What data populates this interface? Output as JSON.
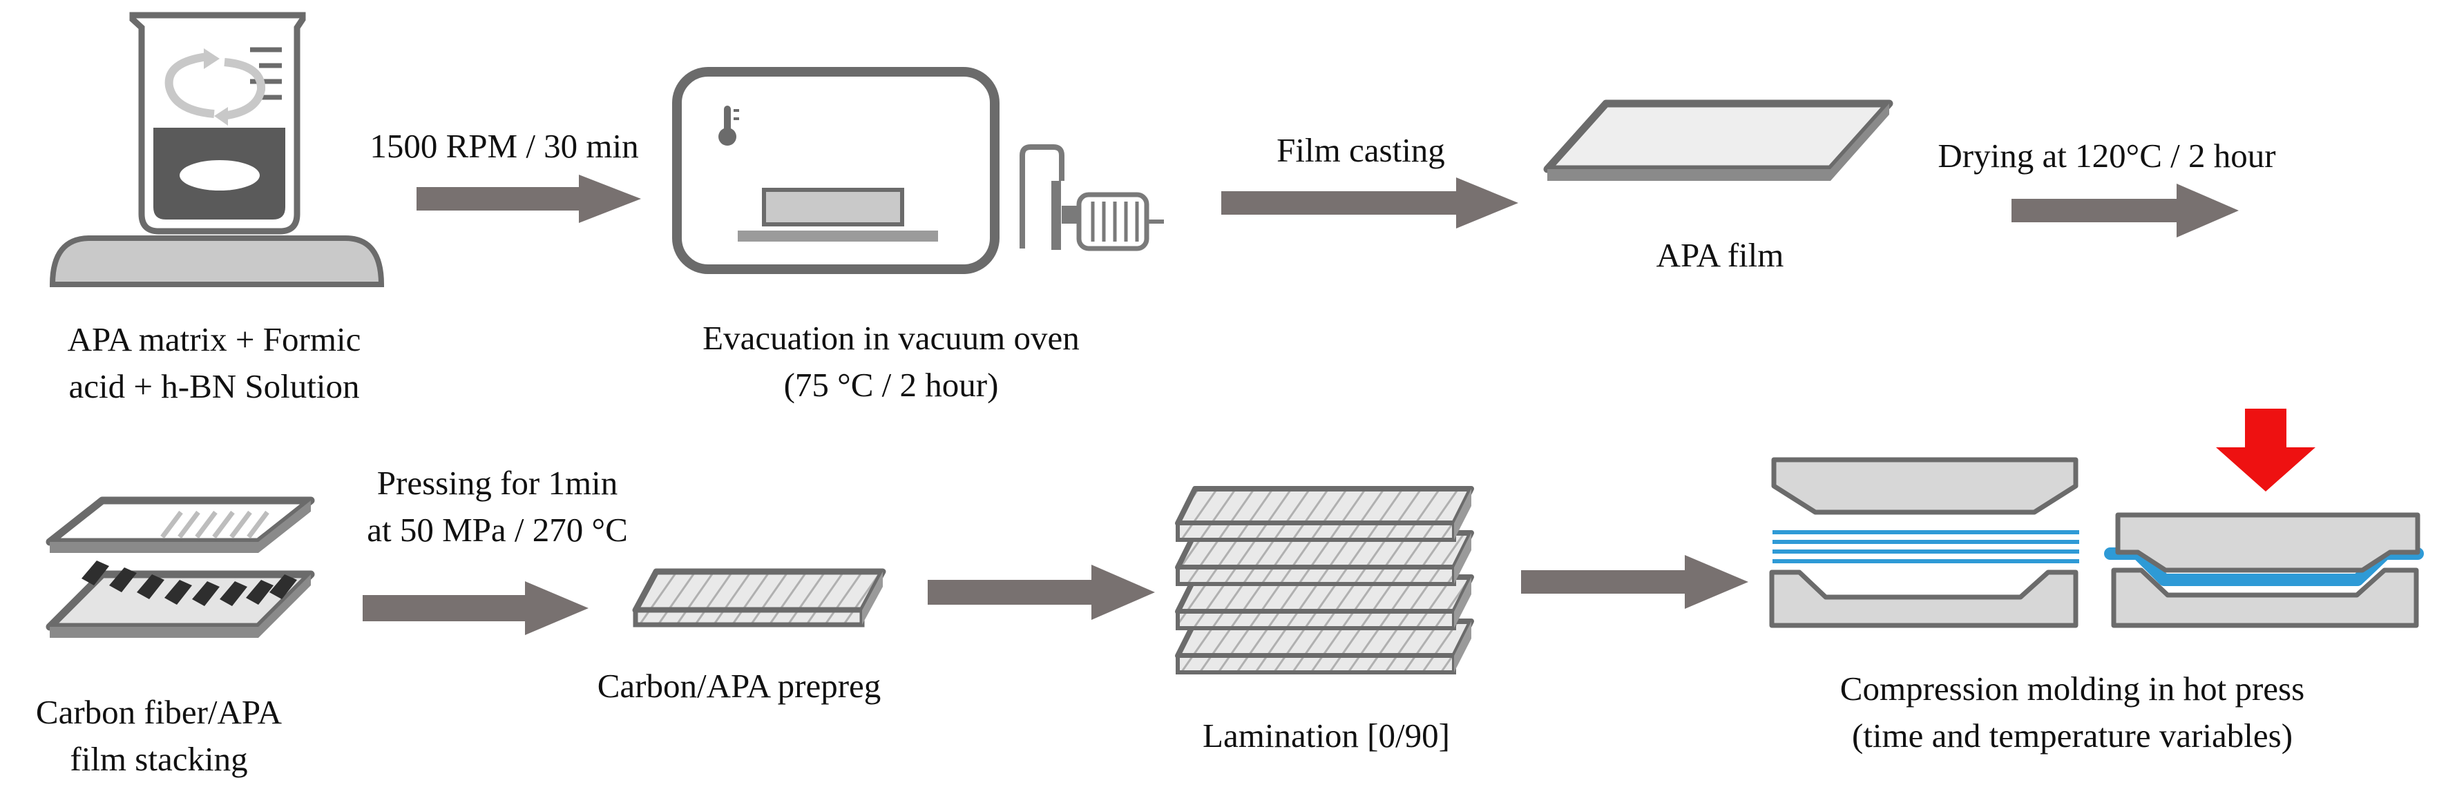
{
  "process_steps": {
    "solution": {
      "line1": "APA matrix + Formic",
      "line2": "acid + h-BN Solution"
    },
    "mixing": {
      "label": "1500 RPM / 30 min"
    },
    "vacuum_oven": {
      "line1": "Evacuation in vacuum oven",
      "line2": "(75 °C / 2 hour)"
    },
    "film_casting": {
      "label": "Film casting"
    },
    "apa_film": {
      "label": "APA film"
    },
    "drying": {
      "label": "Drying at 120°C / 2 hour"
    },
    "stacking": {
      "line1": "Carbon fiber/APA",
      "line2": "film stacking"
    },
    "pressing": {
      "line1": "Pressing for 1min",
      "line2": "at 50 MPa / 270 °C"
    },
    "prepreg": {
      "label": "Carbon/APA prepreg"
    },
    "lamination": {
      "label": "Lamination [0/90]"
    },
    "compression": {
      "line1": "Compression molding in hot press",
      "line2": "(time and temperature variables)"
    }
  },
  "icons": {
    "beaker": "beaker-on-stirrer-icon",
    "oven": "vacuum-oven-icon",
    "thermometer": "thermometer-icon",
    "pump": "vacuum-pump-icon",
    "film": "film-sheet-icon",
    "stack": "fiber-film-stack-icon",
    "prepreg": "prepreg-plate-icon",
    "laminate": "laminate-stack-icon",
    "mold_open": "open-mold-icon",
    "mold_closed": "closed-mold-icon",
    "press_arrow": "press-force-arrow-icon"
  },
  "colors": {
    "arrow": "#787170",
    "outline": "#6b6b6b",
    "fill_light": "#d7d7d7",
    "liquid": "#5a5a5a",
    "fiber": "#2e2e2e",
    "blue_layer": "#2e9ad6",
    "force": "#ee1111"
  }
}
